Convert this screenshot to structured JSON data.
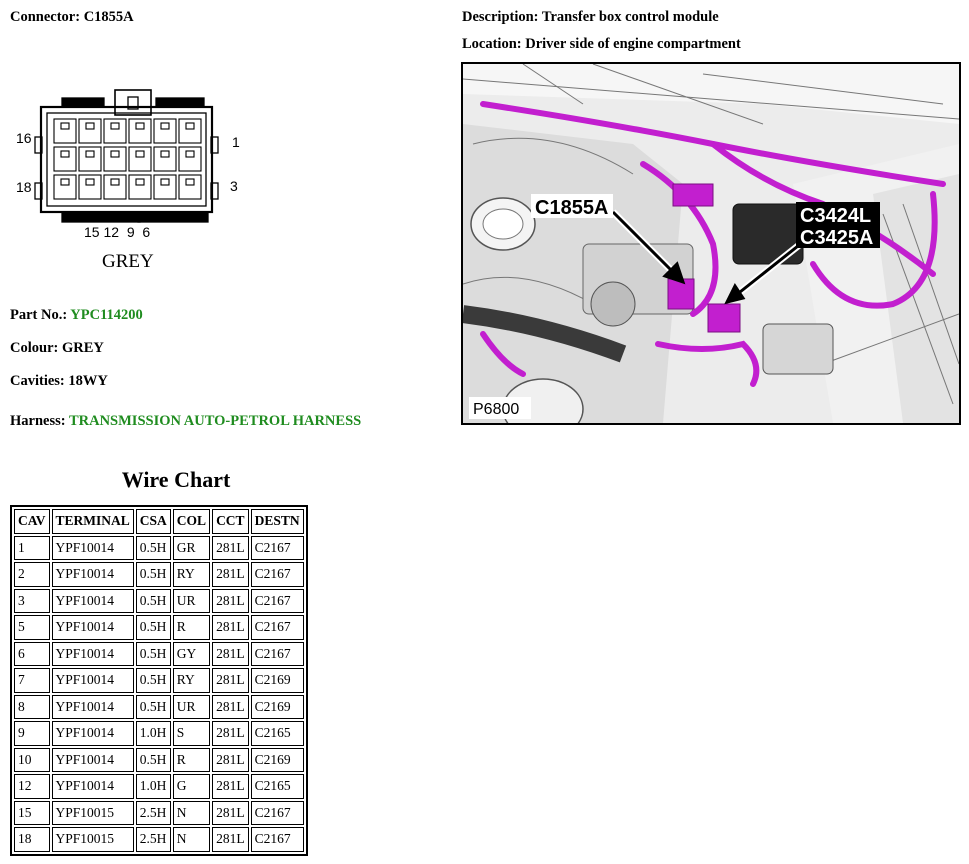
{
  "connector": {
    "label": "Connector: C1855A",
    "pin_numbers": {
      "top_left": "16",
      "top_right": "1",
      "mid_left": "18",
      "mid_right": "3",
      "bottom": "15 12  9  6"
    },
    "colour_text": "GREY"
  },
  "details": {
    "part_no_label": "Part No.:",
    "part_no_value": "YPC114200",
    "colour": "Colour: GREY",
    "cavities": "Cavities: 18WY",
    "harness_label": "Harness:",
    "harness_value": "TRANSMISSION AUTO-PETROL HARNESS"
  },
  "description": "Description: Transfer box control module",
  "location": "Location: Driver side of engine compartment",
  "photo": {
    "callout_c1855a": "C1855A",
    "callout_c3424l": "C3424L",
    "callout_c3425a": "C3425A",
    "ref": "P6800"
  },
  "wire_chart": {
    "title": "Wire Chart",
    "headers": [
      "CAV",
      "TERMINAL",
      "CSA",
      "COL",
      "CCT",
      "DESTN"
    ],
    "rows": [
      [
        "1",
        "YPF10014",
        "0.5H",
        "GR",
        "281L",
        "C2167"
      ],
      [
        "2",
        "YPF10014",
        "0.5H",
        "RY",
        "281L",
        "C2167"
      ],
      [
        "3",
        "YPF10014",
        "0.5H",
        "UR",
        "281L",
        "C2167"
      ],
      [
        "5",
        "YPF10014",
        "0.5H",
        "R",
        "281L",
        "C2167"
      ],
      [
        "6",
        "YPF10014",
        "0.5H",
        "GY",
        "281L",
        "C2167"
      ],
      [
        "7",
        "YPF10014",
        "0.5H",
        "RY",
        "281L",
        "C2169"
      ],
      [
        "8",
        "YPF10014",
        "0.5H",
        "UR",
        "281L",
        "C2169"
      ],
      [
        "9",
        "YPF10014",
        "1.0H",
        "S",
        "281L",
        "C2165"
      ],
      [
        "10",
        "YPF10014",
        "0.5H",
        "R",
        "281L",
        "C2169"
      ],
      [
        "12",
        "YPF10014",
        "1.0H",
        "G",
        "281L",
        "C2165"
      ],
      [
        "15",
        "YPF10015",
        "2.5H",
        "N",
        "281L",
        "C2167"
      ],
      [
        "18",
        "YPF10015",
        "2.5H",
        "N",
        "281L",
        "C2167"
      ]
    ]
  },
  "colors": {
    "link_green": "#1f8c1f",
    "harness_magenta": "#c21fcf"
  }
}
